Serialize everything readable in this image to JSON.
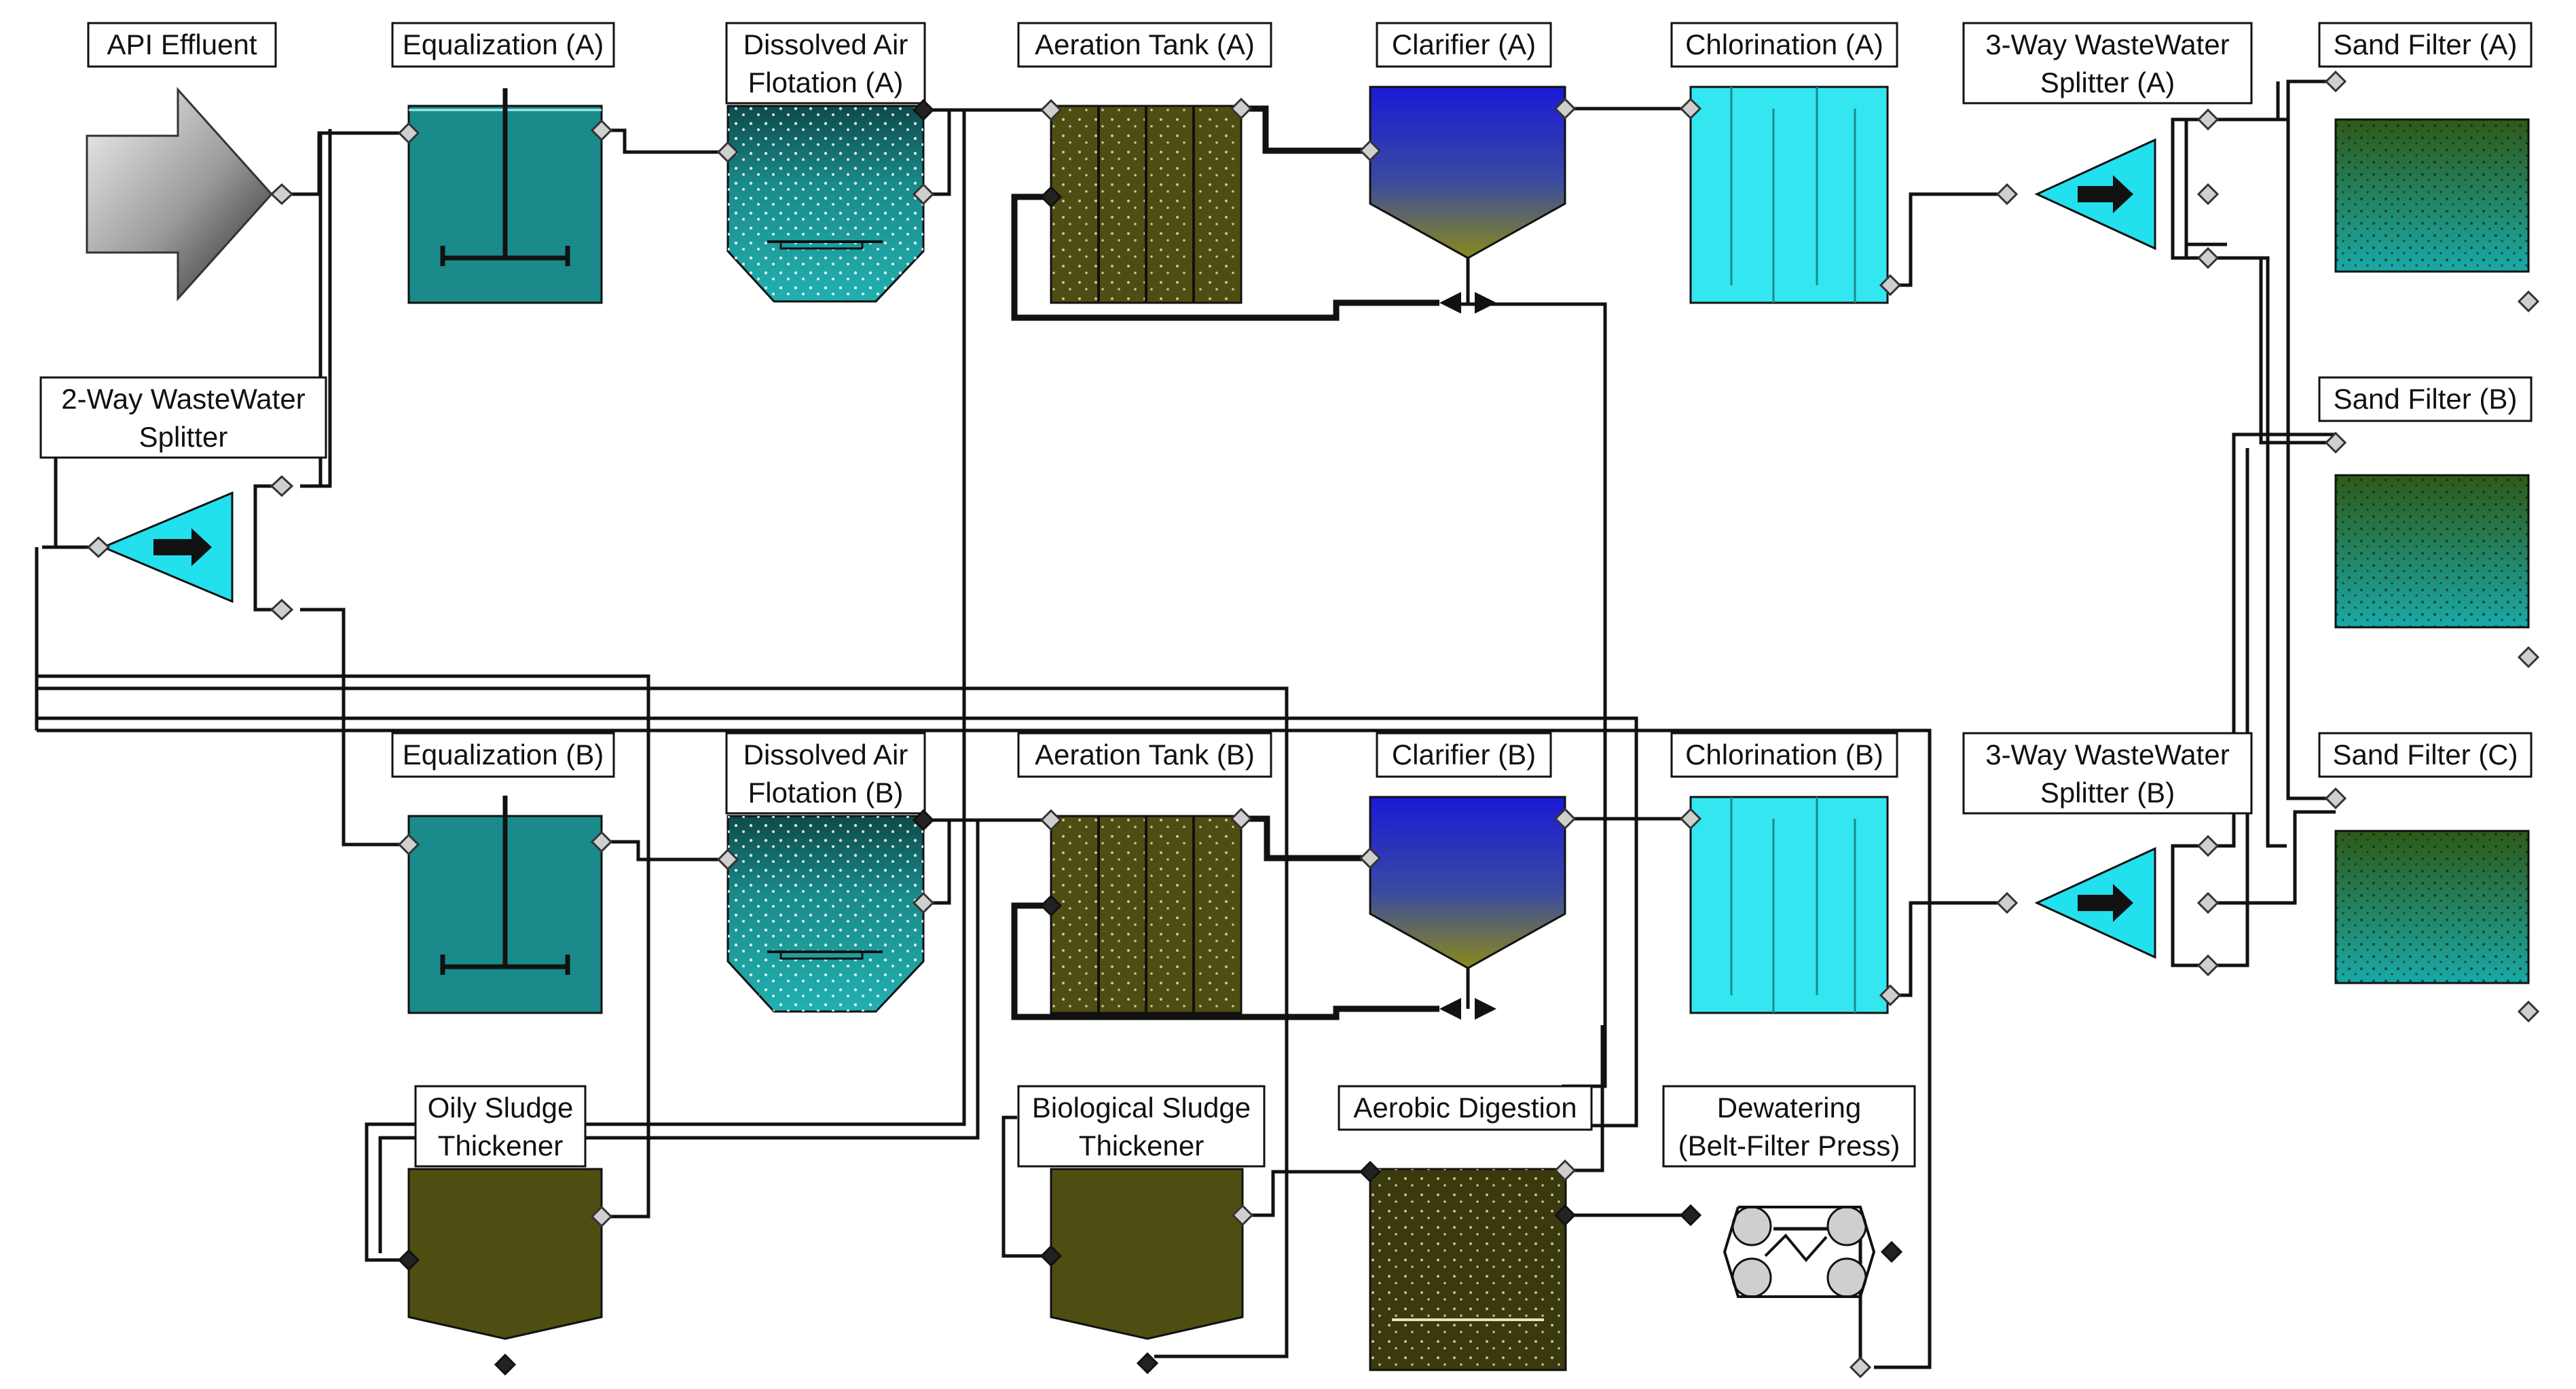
{
  "diagram": {
    "labels": {
      "api_effluent": "API Effluent",
      "eq_a": "Equalization (A)",
      "daf_a_1": "Dissolved Air",
      "daf_a_2": "Flotation (A)",
      "aer_a": "Aeration Tank (A)",
      "clar_a": "Clarifier (A)",
      "chlor_a": "Chlorination (A)",
      "split3a_1": "3-Way WasteWater",
      "split3a_2": "Splitter (A)",
      "sand_a": "Sand Filter (A)",
      "split2_1": "2-Way WasteWater",
      "split2_2": "Splitter",
      "sand_b": "Sand Filter (B)",
      "eq_b": "Equalization (B)",
      "daf_b_1": "Dissolved Air",
      "daf_b_2": "Flotation (B)",
      "aer_b": "Aeration Tank (B)",
      "clar_b": "Clarifier (B)",
      "chlor_b": "Chlorination (B)",
      "split3b_1": "3-Way WasteWater",
      "split3b_2": "Splitter (B)",
      "sand_c": "Sand Filter (C)",
      "oily_1": "Oily Sludge",
      "oily_2": "Thickener",
      "bio_1": "Biological Sludge",
      "bio_2": "Thickener",
      "aerobic": "Aerobic Digestion",
      "dew_1": "Dewatering",
      "dew_2": "(Belt-Filter Press)"
    },
    "colors": {
      "tank_teal": "#1a8a8a",
      "olive": "#4e4e12",
      "clarifier_top": "#1a1ad6",
      "clarifier_bottom": "#8a8a1a",
      "chlorination": "#33e6f0",
      "splitter": "#22e0ee",
      "sand_top": "#2e5a18",
      "sand_bottom": "#1aa8a8",
      "api_light": "#f4f4f4",
      "api_dark": "#222222"
    }
  }
}
